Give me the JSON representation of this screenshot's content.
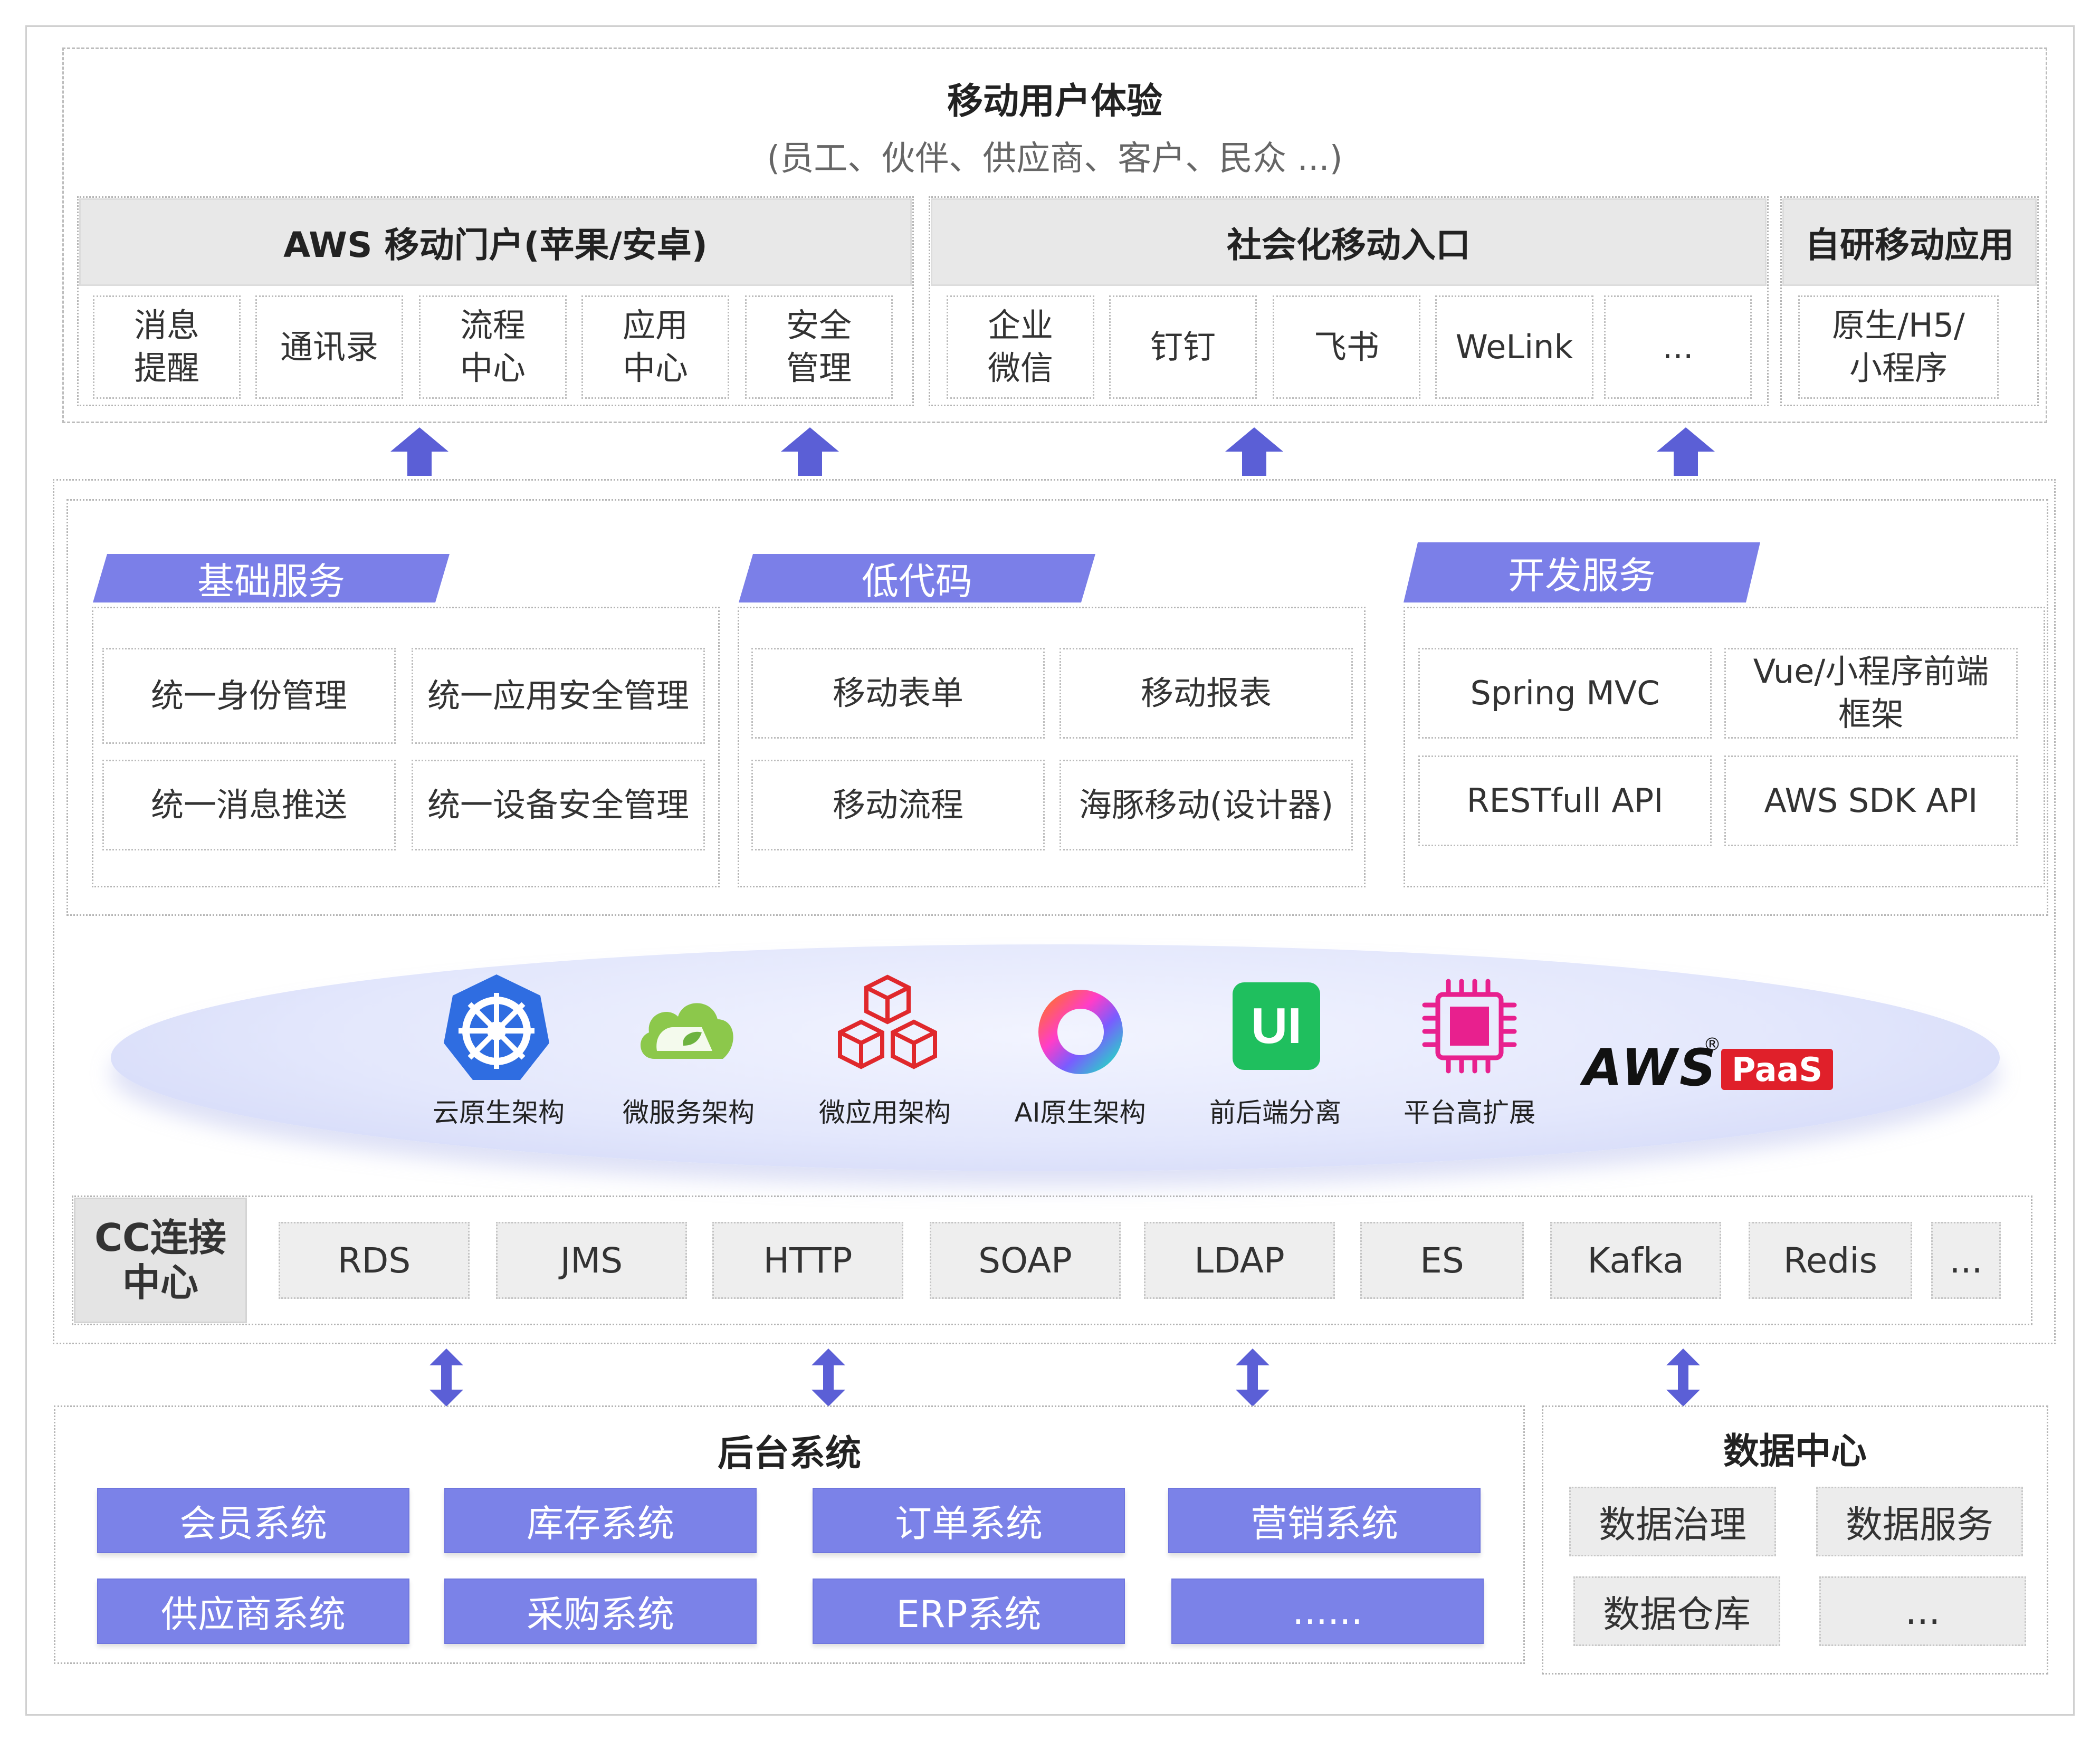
{
  "top": {
    "title": "移动用户体验",
    "subtitle": "(员工、伙伴、供应商、客户、民众 ...)",
    "groups": [
      {
        "header": "AWS 移动门户(苹果/安卓)",
        "items": [
          "消息\n提醒",
          "通讯录",
          "流程\n中心",
          "应用\n中心",
          "安全\n管理"
        ]
      },
      {
        "header": "社会化移动入口",
        "items": [
          "企业\n微信",
          "钉钉",
          "飞书",
          "WeLink",
          "..."
        ]
      },
      {
        "header": "自研移动应用",
        "items": [
          "原生/H5/\n小程序"
        ]
      }
    ]
  },
  "middle": {
    "sections": [
      {
        "tab": "基础服务",
        "items": [
          "统一身份管理",
          "统一应用安全管理",
          "统一消息推送",
          "统一设备安全管理"
        ]
      },
      {
        "tab": "低代码",
        "items": [
          "移动表单",
          "移动报表",
          "移动流程",
          "海豚移动(设计器)"
        ]
      },
      {
        "tab": "开发服务",
        "items": [
          "Spring MVC",
          "Vue/小程序前端\n框架",
          "RESTfull API",
          "AWS SDK API"
        ]
      }
    ],
    "architectures": [
      {
        "label": "云原生架构",
        "icon": "kubernetes-icon"
      },
      {
        "label": "微服务架构",
        "icon": "spring-cloud-icon"
      },
      {
        "label": "微应用架构",
        "icon": "cubes-icon"
      },
      {
        "label": "AI原生架构",
        "icon": "ai-ring-icon"
      },
      {
        "label": "前后端分离",
        "icon": "ui-icon"
      },
      {
        "label": "平台高扩展",
        "icon": "chip-icon"
      }
    ],
    "brand": {
      "aws": "AWS",
      "reg": "®",
      "paas": "PaaS"
    },
    "connector": {
      "label": "CC连接\n中心",
      "items": [
        "RDS",
        "JMS",
        "HTTP",
        "SOAP",
        "LDAP",
        "ES",
        "Kafka",
        "Redis",
        "..."
      ]
    }
  },
  "bottom": {
    "backend": {
      "title": "后台系统",
      "items": [
        "会员系统",
        "库存系统",
        "订单系统",
        "营销系统",
        "供应商系统",
        "采购系统",
        "ERP系统",
        "......"
      ]
    },
    "datacenter": {
      "title": "数据中心",
      "items": [
        "数据治理",
        "数据服务",
        "数据仓库",
        "..."
      ]
    }
  },
  "colors": {
    "accent": "#7b7fe8",
    "arrow": "#5b5fd6",
    "ellipse": "#dfe3fb",
    "paas_red": "#e0202a"
  }
}
